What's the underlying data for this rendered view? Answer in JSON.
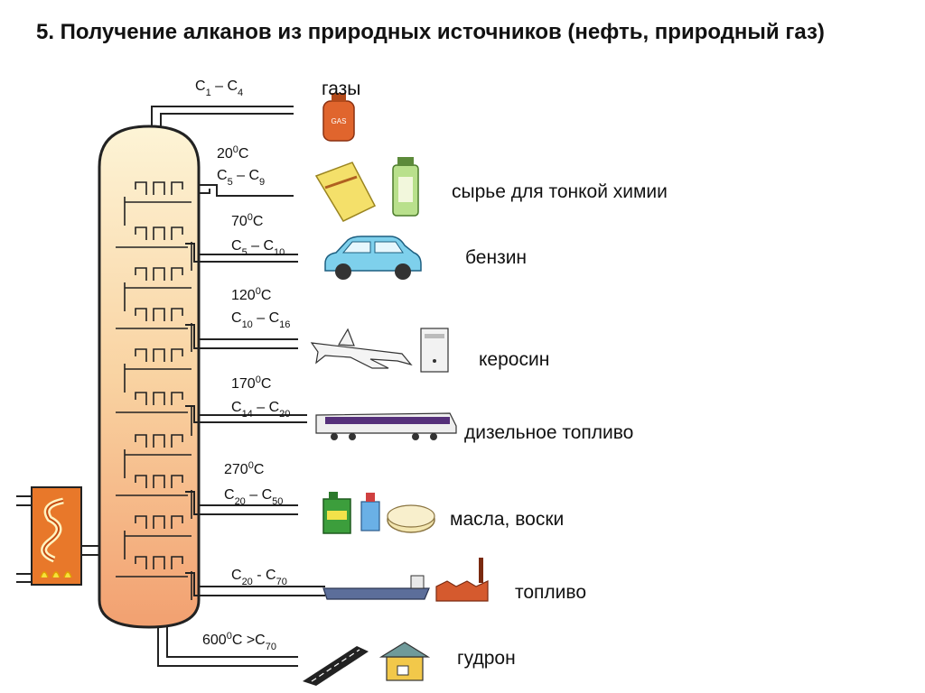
{
  "title": "5. Получение алканов из природных источников (нефть, природный газ)",
  "fractions": [
    {
      "temp": "",
      "range": [
        "C",
        "1",
        " – C",
        "4"
      ],
      "product": "газы",
      "icon": "gas-cylinder-icon"
    },
    {
      "temp": [
        "20",
        "0",
        "C"
      ],
      "range": [
        "C",
        "5",
        " – C",
        "9"
      ],
      "product": "сырье для тонкой химии",
      "icon": "chemicals-icon"
    },
    {
      "temp": [
        "70",
        "0",
        "C"
      ],
      "range": [
        "C",
        "5",
        " – C",
        "10"
      ],
      "product": "бензин",
      "icon": "car-icon"
    },
    {
      "temp": [
        "120",
        "0",
        "C"
      ],
      "range": [
        "C",
        "10",
        " – C",
        "16"
      ],
      "product": "керосин",
      "icon": "airplane-icon"
    },
    {
      "temp": [
        "170",
        "0",
        "C"
      ],
      "range": [
        "C",
        "14",
        " – C",
        "20"
      ],
      "product": "дизельное топливо",
      "icon": "train-icon"
    },
    {
      "temp": [
        "270",
        "0",
        "C"
      ],
      "range": [
        "C",
        "20",
        " – C",
        "50"
      ],
      "product": "масла, воски",
      "icon": "oil-can-icon"
    },
    {
      "temp": "",
      "range": [
        "C",
        "20",
        " - C",
        "70"
      ],
      "product": "топливо",
      "icon": "ship-icon"
    },
    {
      "temp": [
        "600",
        "0",
        "C  >C",
        "70"
      ],
      "range": "",
      "product": "гудрон",
      "icon": "road-icon"
    }
  ],
  "colors": {
    "column_top": "#fdf3d2",
    "column_bottom": "#f2a070",
    "pipe": "#222222",
    "furnace": "#e8782a"
  }
}
